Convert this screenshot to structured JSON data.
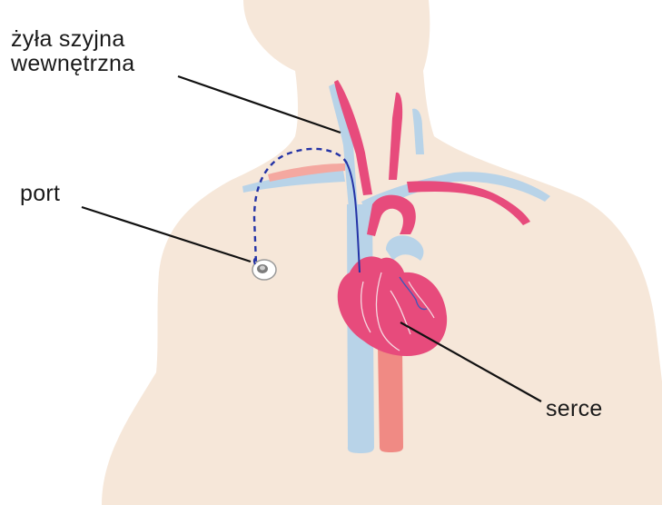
{
  "labels": {
    "vein_line1": "żyła szyjna",
    "vein_line2": "wewnętrzna",
    "port": "port",
    "heart": "serce"
  },
  "colors": {
    "skin": "#f6e7d9",
    "vein": "#b8d3e8",
    "artery": "#e74b7c",
    "artery_light": "#f4a8a0",
    "aorta_descending": "#f08a84",
    "catheter": "#2433a6",
    "leader_line": "#111111"
  },
  "icons": {
    "port_device": "port-device-icon"
  }
}
